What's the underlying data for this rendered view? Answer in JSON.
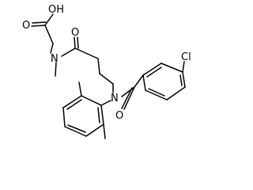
{
  "structure": {
    "atom_labels": {
      "hydroxyl": "OH",
      "acid_carbonyl_oxygen": "O",
      "amide1_oxygen": "O",
      "amide1_nitrogen": "N",
      "amide2_nitrogen": "N",
      "amide2_oxygen": "O",
      "chlorine": "Cl"
    }
  }
}
